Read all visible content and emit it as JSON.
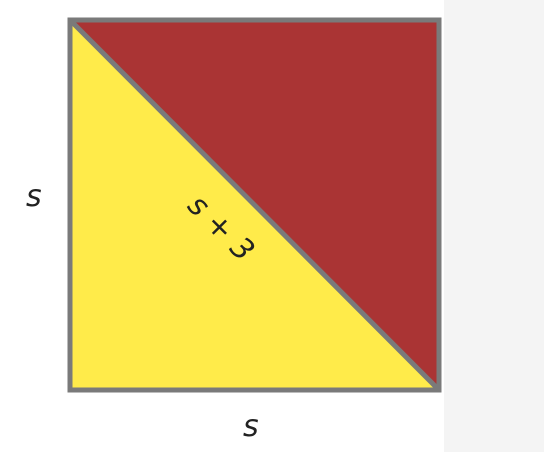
{
  "figure": {
    "labels": {
      "left_side": "s",
      "bottom_side": "s",
      "diagonal": "s + 3"
    },
    "colors": {
      "upper_triangle": "#aa3434",
      "lower_triangle": "#ffeb4a",
      "outline": "#7a7a7a",
      "text": "#222222"
    }
  }
}
